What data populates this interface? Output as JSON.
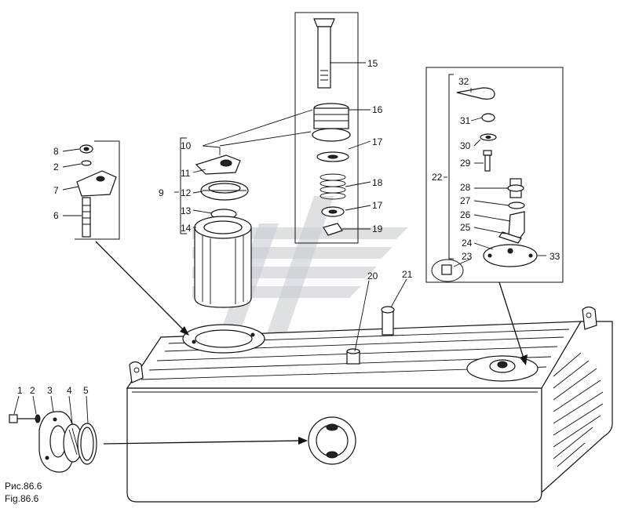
{
  "caption": {
    "ru": "Рис.86.6",
    "en": "Fig.86.6"
  },
  "callouts": {
    "c1": "1",
    "c2": "2",
    "c3": "3",
    "c4": "4",
    "c5": "5",
    "c6": "6",
    "c7": "7",
    "c8": "8",
    "c2b": "2",
    "c9": "9",
    "c10": "10",
    "c11": "11",
    "c12": "12",
    "c13": "13",
    "c14": "14",
    "c15": "15",
    "c16": "16",
    "c17a": "17",
    "c18": "18",
    "c17b": "17",
    "c19": "19",
    "c20": "20",
    "c21": "21",
    "c22": "22",
    "c23": "23",
    "c24": "24",
    "c25": "25",
    "c26": "26",
    "c27": "27",
    "c28": "28",
    "c29": "29",
    "c30": "30",
    "c31": "31",
    "c32": "32",
    "c33": "33"
  },
  "colors": {
    "ink": "#111111",
    "watermark": "#c8ccd2"
  }
}
